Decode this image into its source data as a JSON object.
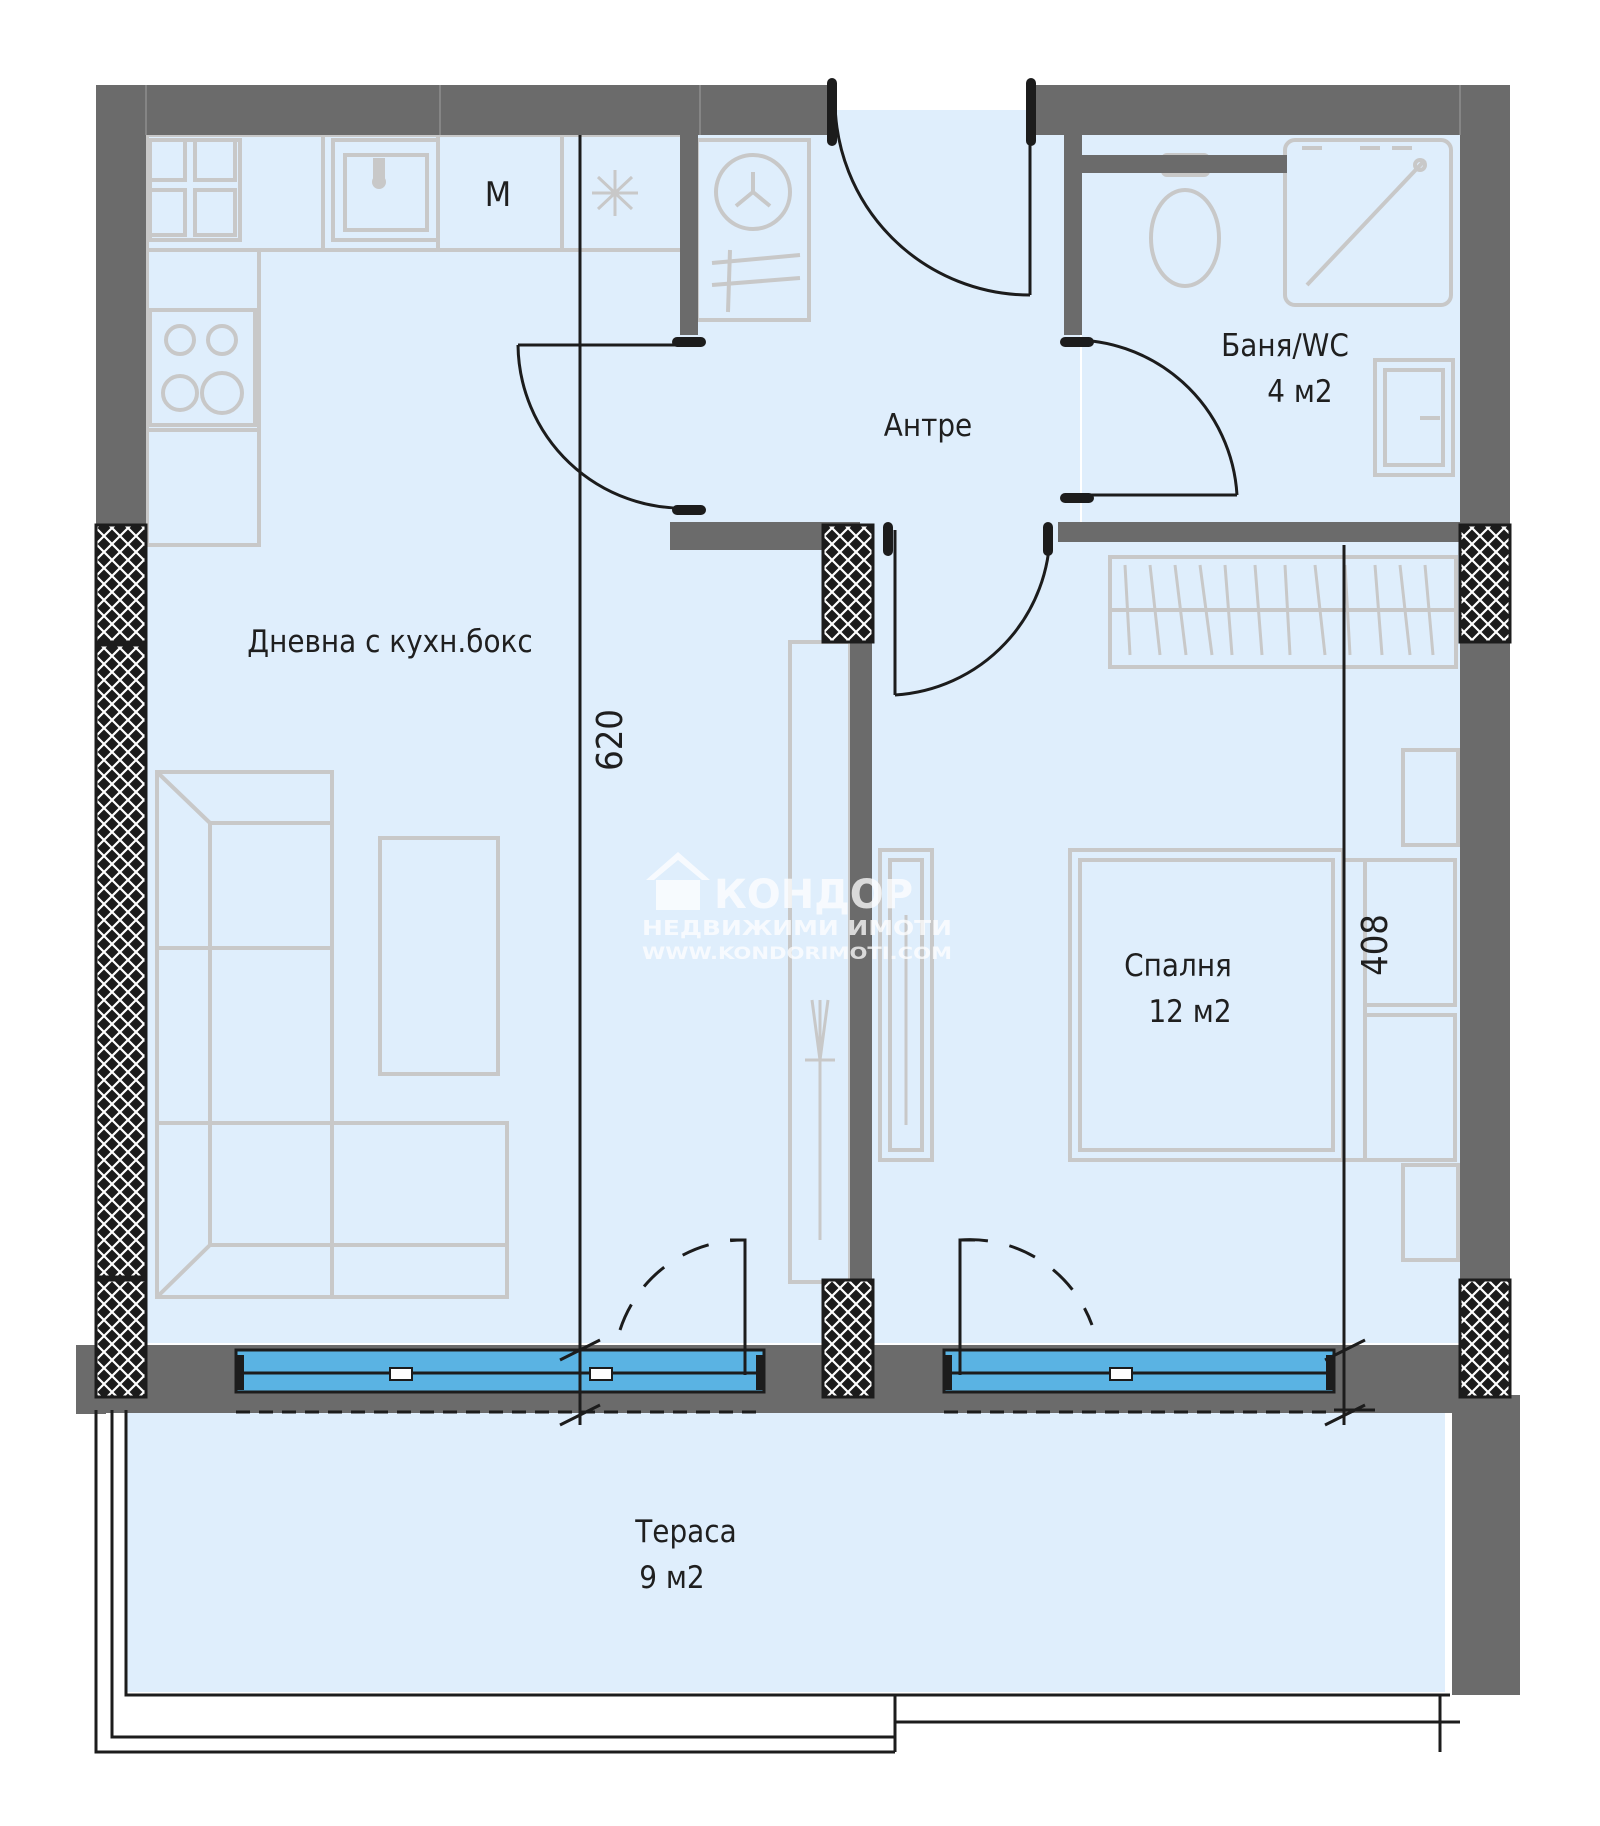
{
  "rooms": {
    "living": {
      "name": "Дневна с кухн.бокс"
    },
    "entrance": {
      "name": "Антре"
    },
    "bathroom": {
      "name": "Баня/WC",
      "area": "4 м2"
    },
    "bedroom": {
      "name": "Спалня",
      "area": "12 м2"
    },
    "terrace": {
      "name": "Тераса",
      "area": "9 м2"
    }
  },
  "dimensions": {
    "living_depth": "620",
    "bedroom_depth": "408"
  },
  "appliances": {
    "microwave": "M"
  },
  "watermark": {
    "brand": "КОНДОР",
    "subtitle": "НЕДВИЖИМИ ИМОТИ",
    "url": "WWW.KONDORIMOTI.COM"
  },
  "colors": {
    "floor": "#dfeefc",
    "wall": "#6b6b6b",
    "glass": "#5ab3e3",
    "furniture": "#c8c8c8",
    "hatch_fill": "#1c1c1c"
  }
}
